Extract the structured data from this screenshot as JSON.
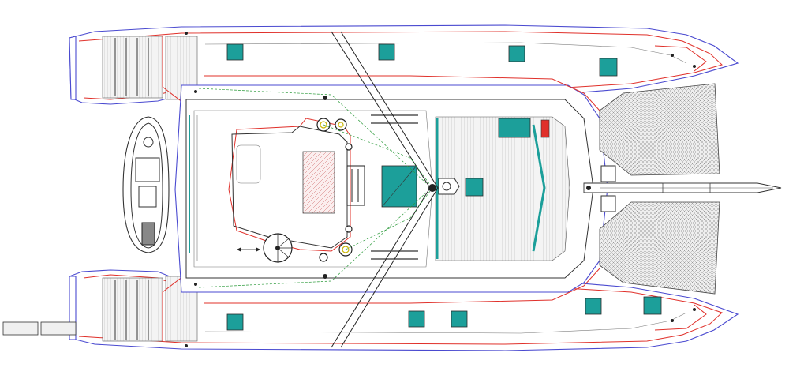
{
  "drawing": {
    "colors": {
      "hull_outline": "#4a4ad0",
      "sheer_line": "#e0302a",
      "hatch_fill": "#1c9f9a",
      "rigging_line": "#2b9a3a"
    },
    "elements": [
      "port-hull",
      "starboard-hull",
      "bridge-deck",
      "flybridge",
      "fore-deck",
      "trampoline-net",
      "bowsprit",
      "tender",
      "deck-hatches",
      "winches",
      "spiral-staircase"
    ]
  }
}
